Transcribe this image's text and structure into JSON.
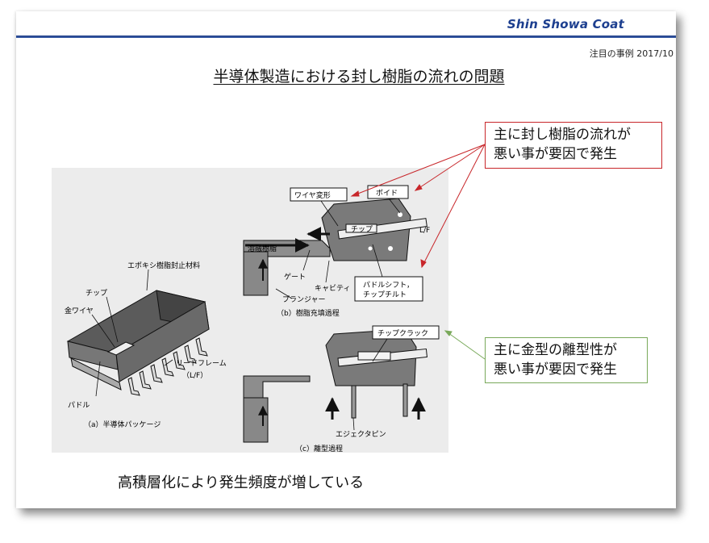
{
  "header": {
    "brand": "Shin Showa Coat",
    "note": "注目の事例 2017/10"
  },
  "title": "半導体製造における封し樹脂の流れの問題",
  "callouts": {
    "flow": [
      "主に封し樹脂の流れが",
      "悪い事が要因で発生"
    ],
    "release": [
      "主に金型の離型性が",
      "悪い事が要因で発生"
    ]
  },
  "figure": {
    "package": {
      "epoxy": "エポキシ樹脂封止材料",
      "chip": "チップ",
      "gold_wire": "金ワイヤ",
      "lead_frame": "リードフレーム",
      "lead_frame_abbr": "（L/F）",
      "paddle": "パドル",
      "caption": "（a）半導体パッケージ"
    },
    "filling": {
      "wire_deform": "ワイヤ変形",
      "void": "ボイド",
      "lf": "L/F",
      "chip": "チップ",
      "molten_resin": "溶融樹脂",
      "gate": "ゲート",
      "cavity": "キャビティ",
      "plunger": "プランジャー",
      "paddle_shift_1": "パドルシフト，",
      "paddle_shift_2": "チップチルト",
      "caption": "（b）樹脂充填過程"
    },
    "release": {
      "chip_crack": "チップクラック",
      "ejector_pin": "エジェクタピン",
      "caption": "（c）離型過程"
    }
  },
  "conclusion": "高積層化により発生頻度が増している",
  "colors": {
    "brand": "#1d3f8f",
    "red_callout": "#c8262a",
    "green_callout": "#79a95a",
    "figure_bg": "#ececec"
  }
}
